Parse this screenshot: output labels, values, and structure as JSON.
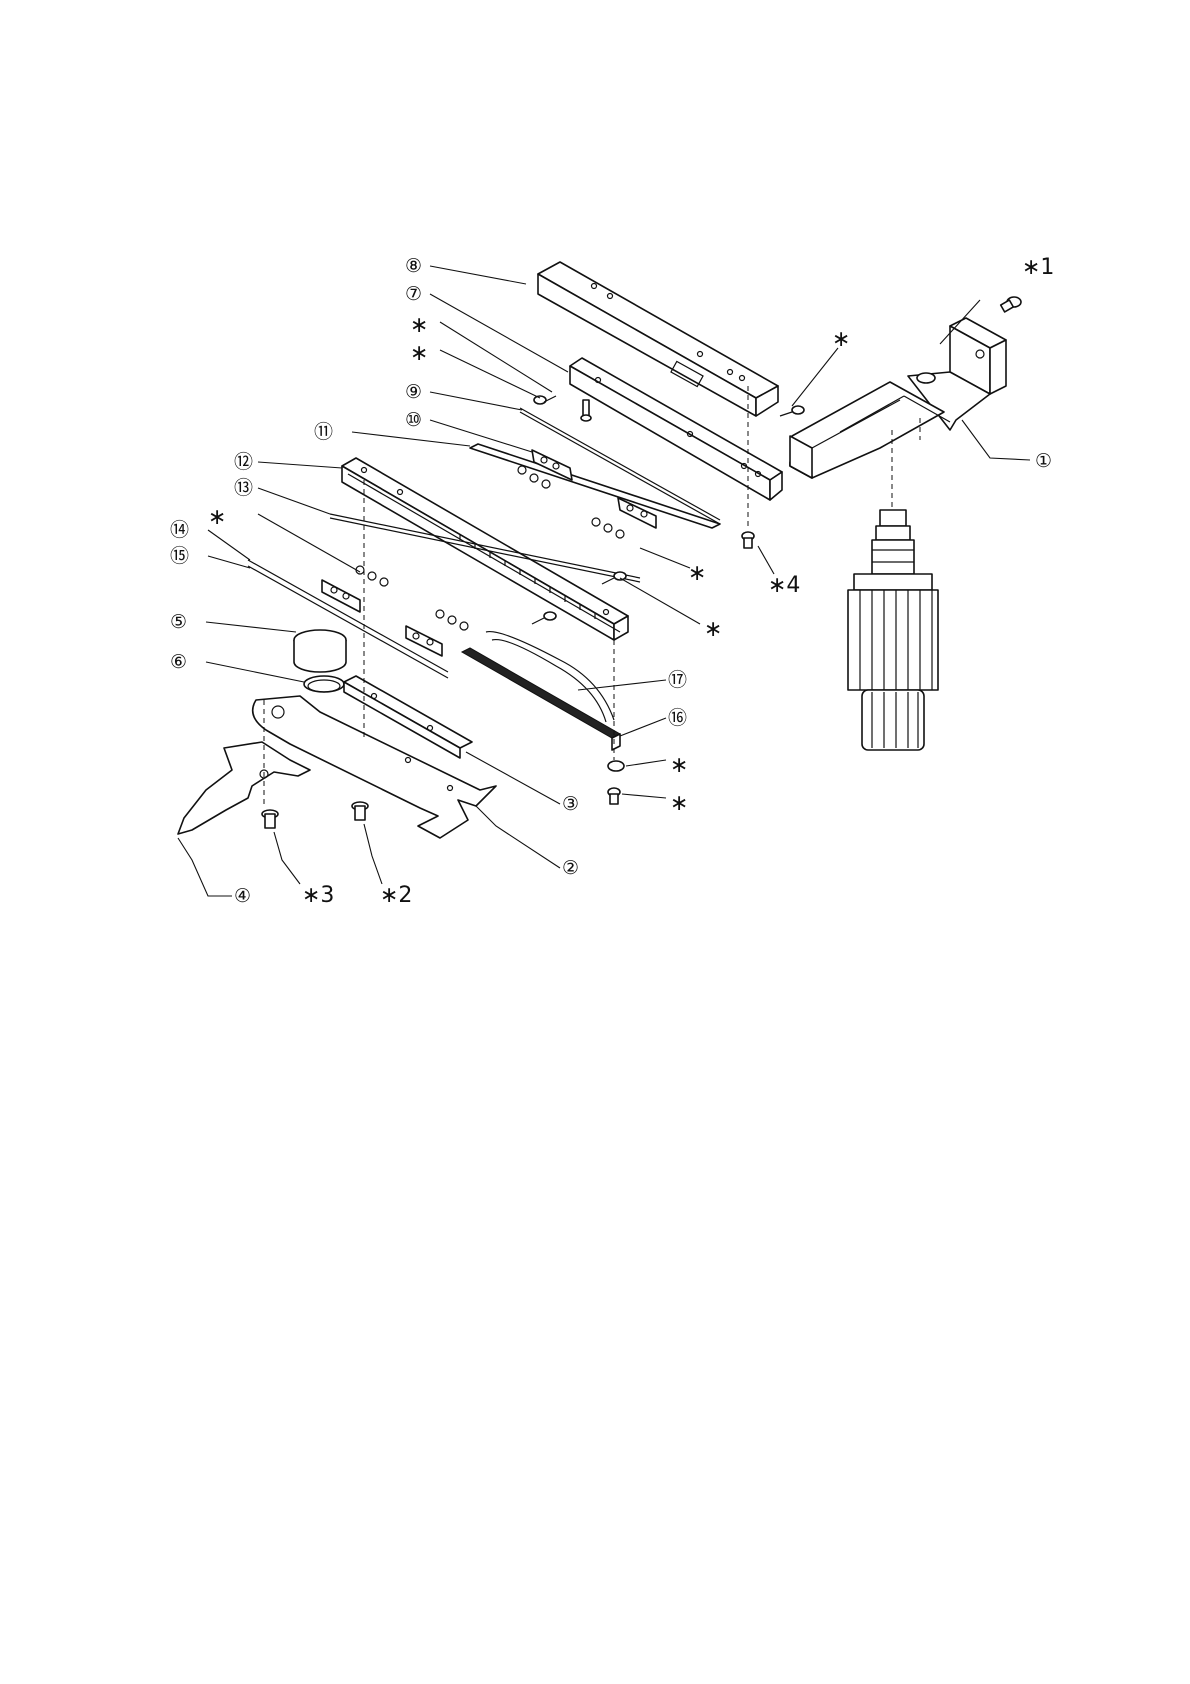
{
  "labels": {
    "p1": "①",
    "p2": "②",
    "p3": "③",
    "p4": "④",
    "p5": "⑤",
    "p6": "⑥",
    "p7": "⑦",
    "p8": "⑧",
    "p9": "⑨",
    "p10": "⑩",
    "p11": "⑪",
    "p12": "⑫",
    "p13": "⑬",
    "p14": "⑭",
    "p15": "⑮",
    "p16": "⑯",
    "p17": "⑰",
    "star1": "∗1",
    "star2": "∗2",
    "star3": "∗3",
    "star4": "∗4",
    "star": "∗"
  }
}
